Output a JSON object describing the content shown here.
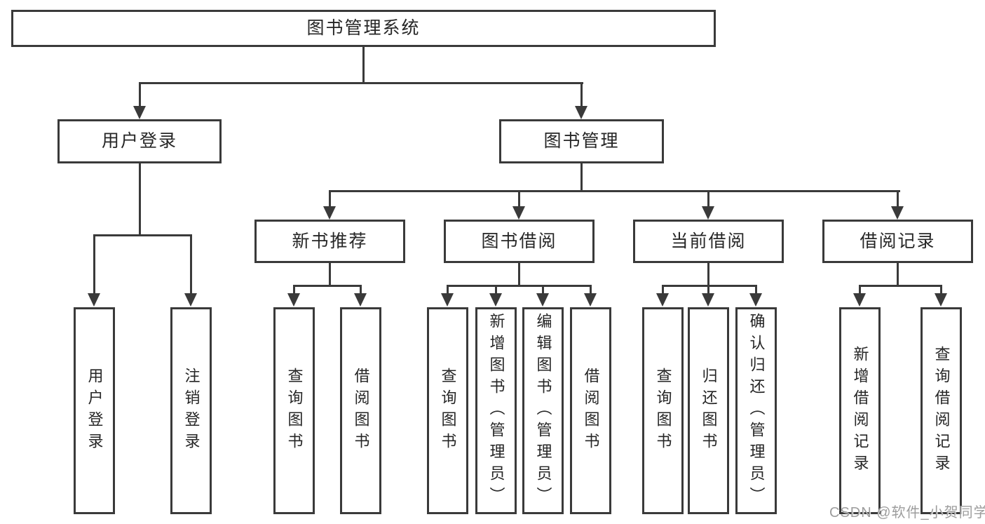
{
  "colors": {
    "line": "#3a3a3a",
    "text": "#262626",
    "watermark": "#9d9d9d",
    "background": "#ffffff"
  },
  "diagram": {
    "root": {
      "label": "图书管理系统"
    },
    "level2": [
      {
        "id": "user-login",
        "label": "用户登录"
      },
      {
        "id": "book-management",
        "label": "图书管理"
      }
    ],
    "level3": [
      {
        "id": "new-book-recommend",
        "parent": "book-management",
        "label": "新书推荐"
      },
      {
        "id": "book-borrowing",
        "parent": "book-management",
        "label": "图书借阅"
      },
      {
        "id": "current-borrowing",
        "parent": "book-management",
        "label": "当前借阅"
      },
      {
        "id": "borrowing-records",
        "parent": "book-management",
        "label": "借阅记录"
      }
    ],
    "leaves": [
      {
        "parent": "user-login",
        "label": "用户登录"
      },
      {
        "parent": "user-login",
        "label": "注销登录"
      },
      {
        "parent": "new-book-recommend",
        "label": "查询图书"
      },
      {
        "parent": "new-book-recommend",
        "label": "借阅图书"
      },
      {
        "parent": "book-borrowing",
        "label": "查询图书"
      },
      {
        "parent": "book-borrowing",
        "label": "新增图书（管理员）"
      },
      {
        "parent": "book-borrowing",
        "label": "编辑图书（管理员）"
      },
      {
        "parent": "book-borrowing",
        "label": "借阅图书"
      },
      {
        "parent": "current-borrowing",
        "label": "查询图书"
      },
      {
        "parent": "current-borrowing",
        "label": "归还图书"
      },
      {
        "parent": "current-borrowing",
        "label": "确认归还（管理员）"
      },
      {
        "parent": "borrowing-records",
        "label": "新增借阅记录"
      },
      {
        "parent": "borrowing-records",
        "label": "查询借阅记录"
      }
    ]
  },
  "watermark": {
    "text": "CSDN @软件_小贺同学"
  }
}
